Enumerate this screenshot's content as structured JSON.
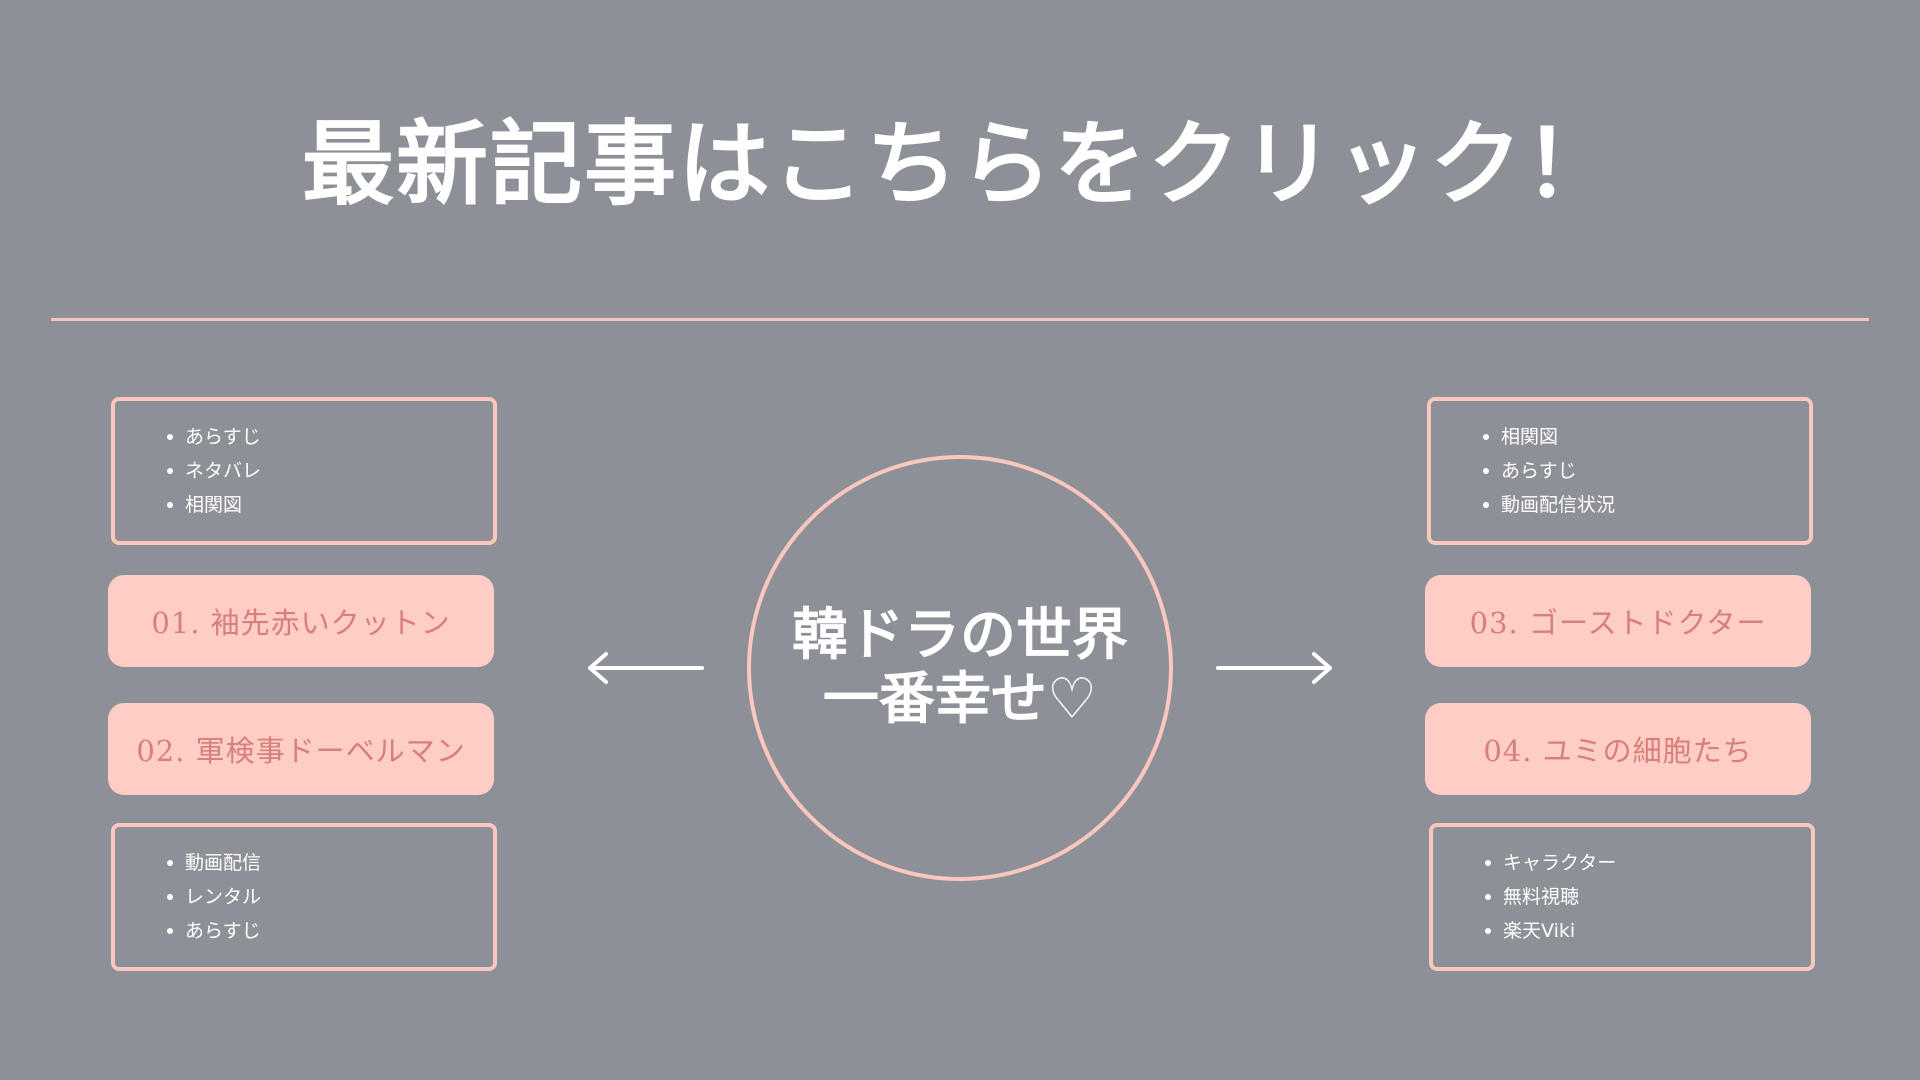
{
  "headline": "最新記事はこちらをクリック！",
  "center": {
    "line1": "韓ドラの世界",
    "line2": "一番幸せ♡"
  },
  "left": {
    "top_box": [
      "あらすじ",
      "ネタバレ",
      "相関図"
    ],
    "articles": [
      {
        "label": "01. 袖先赤いクットン"
      },
      {
        "label": "02. 軍検事ドーベルマン"
      }
    ],
    "bottom_box": [
      "動画配信",
      "レンタル",
      "あらすじ"
    ]
  },
  "right": {
    "top_box": [
      "相関図",
      "あらすじ",
      "動画配信状況"
    ],
    "articles": [
      {
        "label": "03. ゴーストドクター"
      },
      {
        "label": "04. ユミの細胞たち"
      }
    ],
    "bottom_box": [
      "キャラクター",
      "無料視聴",
      "楽天Viki"
    ]
  },
  "colors": {
    "background": "#8e9097",
    "accent_pink": "#fdcdc6",
    "border_pink": "#fbc8c0",
    "pill_text": "#d77f7a",
    "text_white": "#ffffff"
  },
  "icons": [
    "arrow-left-icon",
    "arrow-right-icon"
  ]
}
